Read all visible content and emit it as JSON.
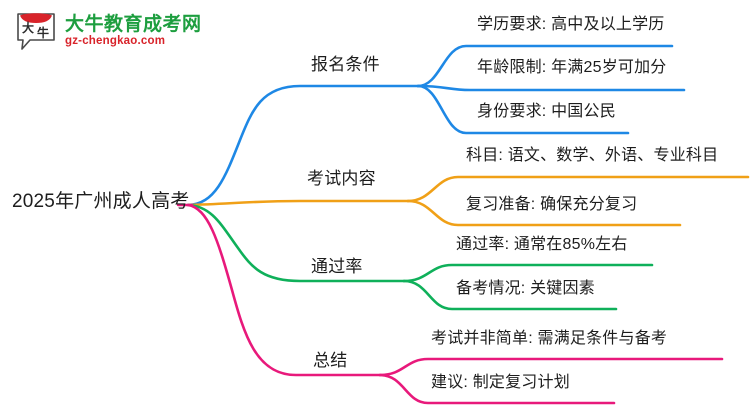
{
  "logo": {
    "mark_text": "大牛",
    "name": "大牛教育成考网",
    "domain": "gz-chengkao.com",
    "green": "#1d9e3f",
    "red": "#d8232a"
  },
  "mindmap": {
    "root": "2025年广州成人高考",
    "branches": [
      {
        "label": "报名条件",
        "color": "#1E88E5",
        "leaves": [
          "学历要求: 高中及以上学历",
          "年龄限制: 年满25岁可加分",
          "身份要求: 中国公民"
        ]
      },
      {
        "label": "考试内容",
        "color": "#F0A017",
        "leaves": [
          "科目: 语文、数学、外语、专业科目",
          "复习准备: 确保充分复习"
        ]
      },
      {
        "label": "通过率",
        "color": "#0FB05A",
        "leaves": [
          "通过率: 通常在85%左右",
          "备考情况: 关键因素"
        ]
      },
      {
        "label": "总结",
        "color": "#E8197B",
        "leaves": [
          "考试并非简单: 需满足条件与备考",
          "建议: 制定复习计划"
        ]
      }
    ]
  }
}
